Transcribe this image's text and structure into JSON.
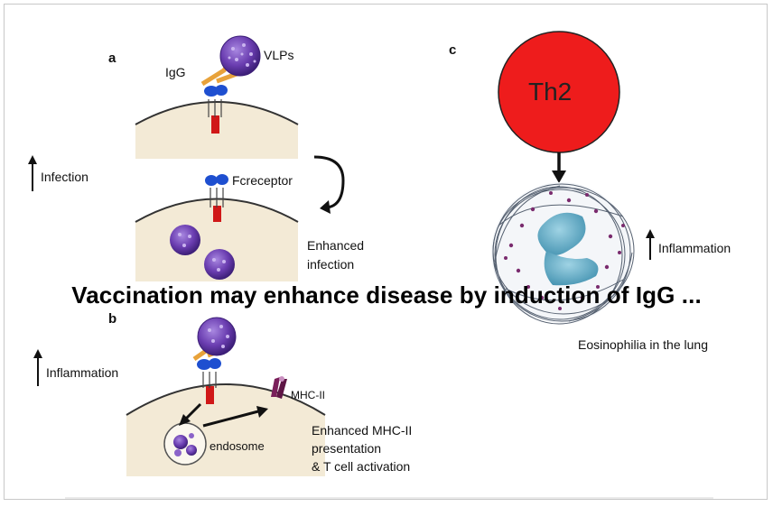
{
  "panel_a": {
    "letter": "a",
    "igg_label": "IgG",
    "vlps_label": "VLPs",
    "infection_label": "Infection",
    "fc_label": "Fcreceptor",
    "enhanced_line1": "Enhanced",
    "enhanced_line2": "infection"
  },
  "panel_b": {
    "letter": "b",
    "inflammation_label": "Inflammation",
    "mhc_label": "MHC-II",
    "endosome_label": "endosome",
    "enhanced_line1": "Enhanced MHC-II",
    "enhanced_line2": "presentation",
    "enhanced_line3": "& T cell activation"
  },
  "panel_c": {
    "letter": "c",
    "th2_label": "Th2",
    "inflammation_label": "Inflammation",
    "eosinophilia_label": "Eosinophilia in the lung"
  },
  "headline": "Vaccination may enhance disease by induction of IgG ...",
  "colors": {
    "th2_red": "#ee1c1c",
    "membrane_fill": "#f3ead6",
    "igg_orange": "#e8a23a",
    "receptor_blue": "#1e4fd0",
    "receptor_red": "#d01818",
    "vlp_purple": "#6a3db0",
    "mhc_purple": "#7a1f5a",
    "eosinophil_teal": "#4fa8c2"
  }
}
